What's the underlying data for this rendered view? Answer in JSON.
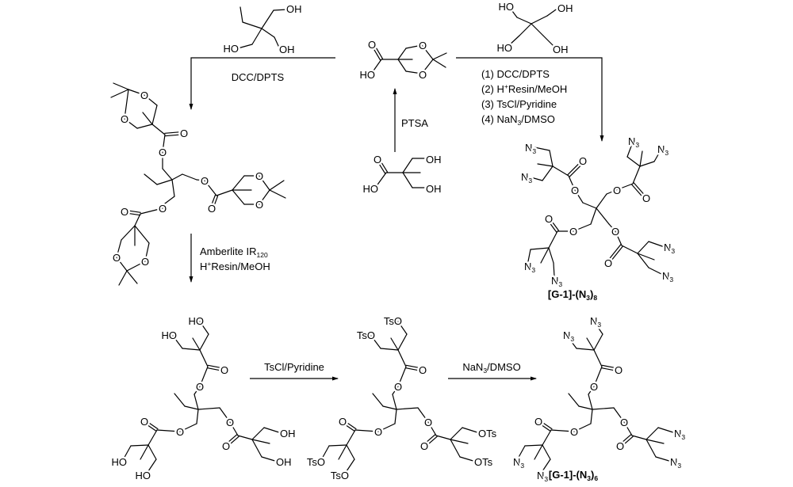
{
  "atoms": {
    "O": "O",
    "HO": "HO",
    "OH": "OH",
    "TsO": "TsO",
    "OTs": "OTs",
    "N": "N",
    "three": "3"
  },
  "conditions": {
    "step_dcc": "DCC/DPTS",
    "step_ptsa": "PTSA",
    "amberlite": {
      "text": "Amberlite IR",
      "sub": "120"
    },
    "resin": {
      "pre": "H",
      "sup": "+",
      "post": "Resin/MeOH"
    },
    "tscl": "TsCl/Pyridine",
    "nan3": {
      "pre": "NaN",
      "sub": "3",
      "post": "/DMSO"
    },
    "multistep": [
      {
        "pre": "(1) DCC/DPTS"
      },
      {
        "pre": "(2) H",
        "sup": "+",
        "post": "Resin/MeOH"
      },
      {
        "pre": "(3) TsCl/Pyridine"
      },
      {
        "pre": "(4) NaN",
        "sub": "3",
        "post": "/DMSO"
      }
    ]
  },
  "captions": {
    "g1_n8": {
      "pre": "[G-1]-(N",
      "sub": "3",
      "mid": ")",
      "sub2": "8"
    },
    "g1_n6": {
      "pre": "[G-1]-(N",
      "sub": "3",
      "mid": ")",
      "sub2": "6"
    }
  }
}
